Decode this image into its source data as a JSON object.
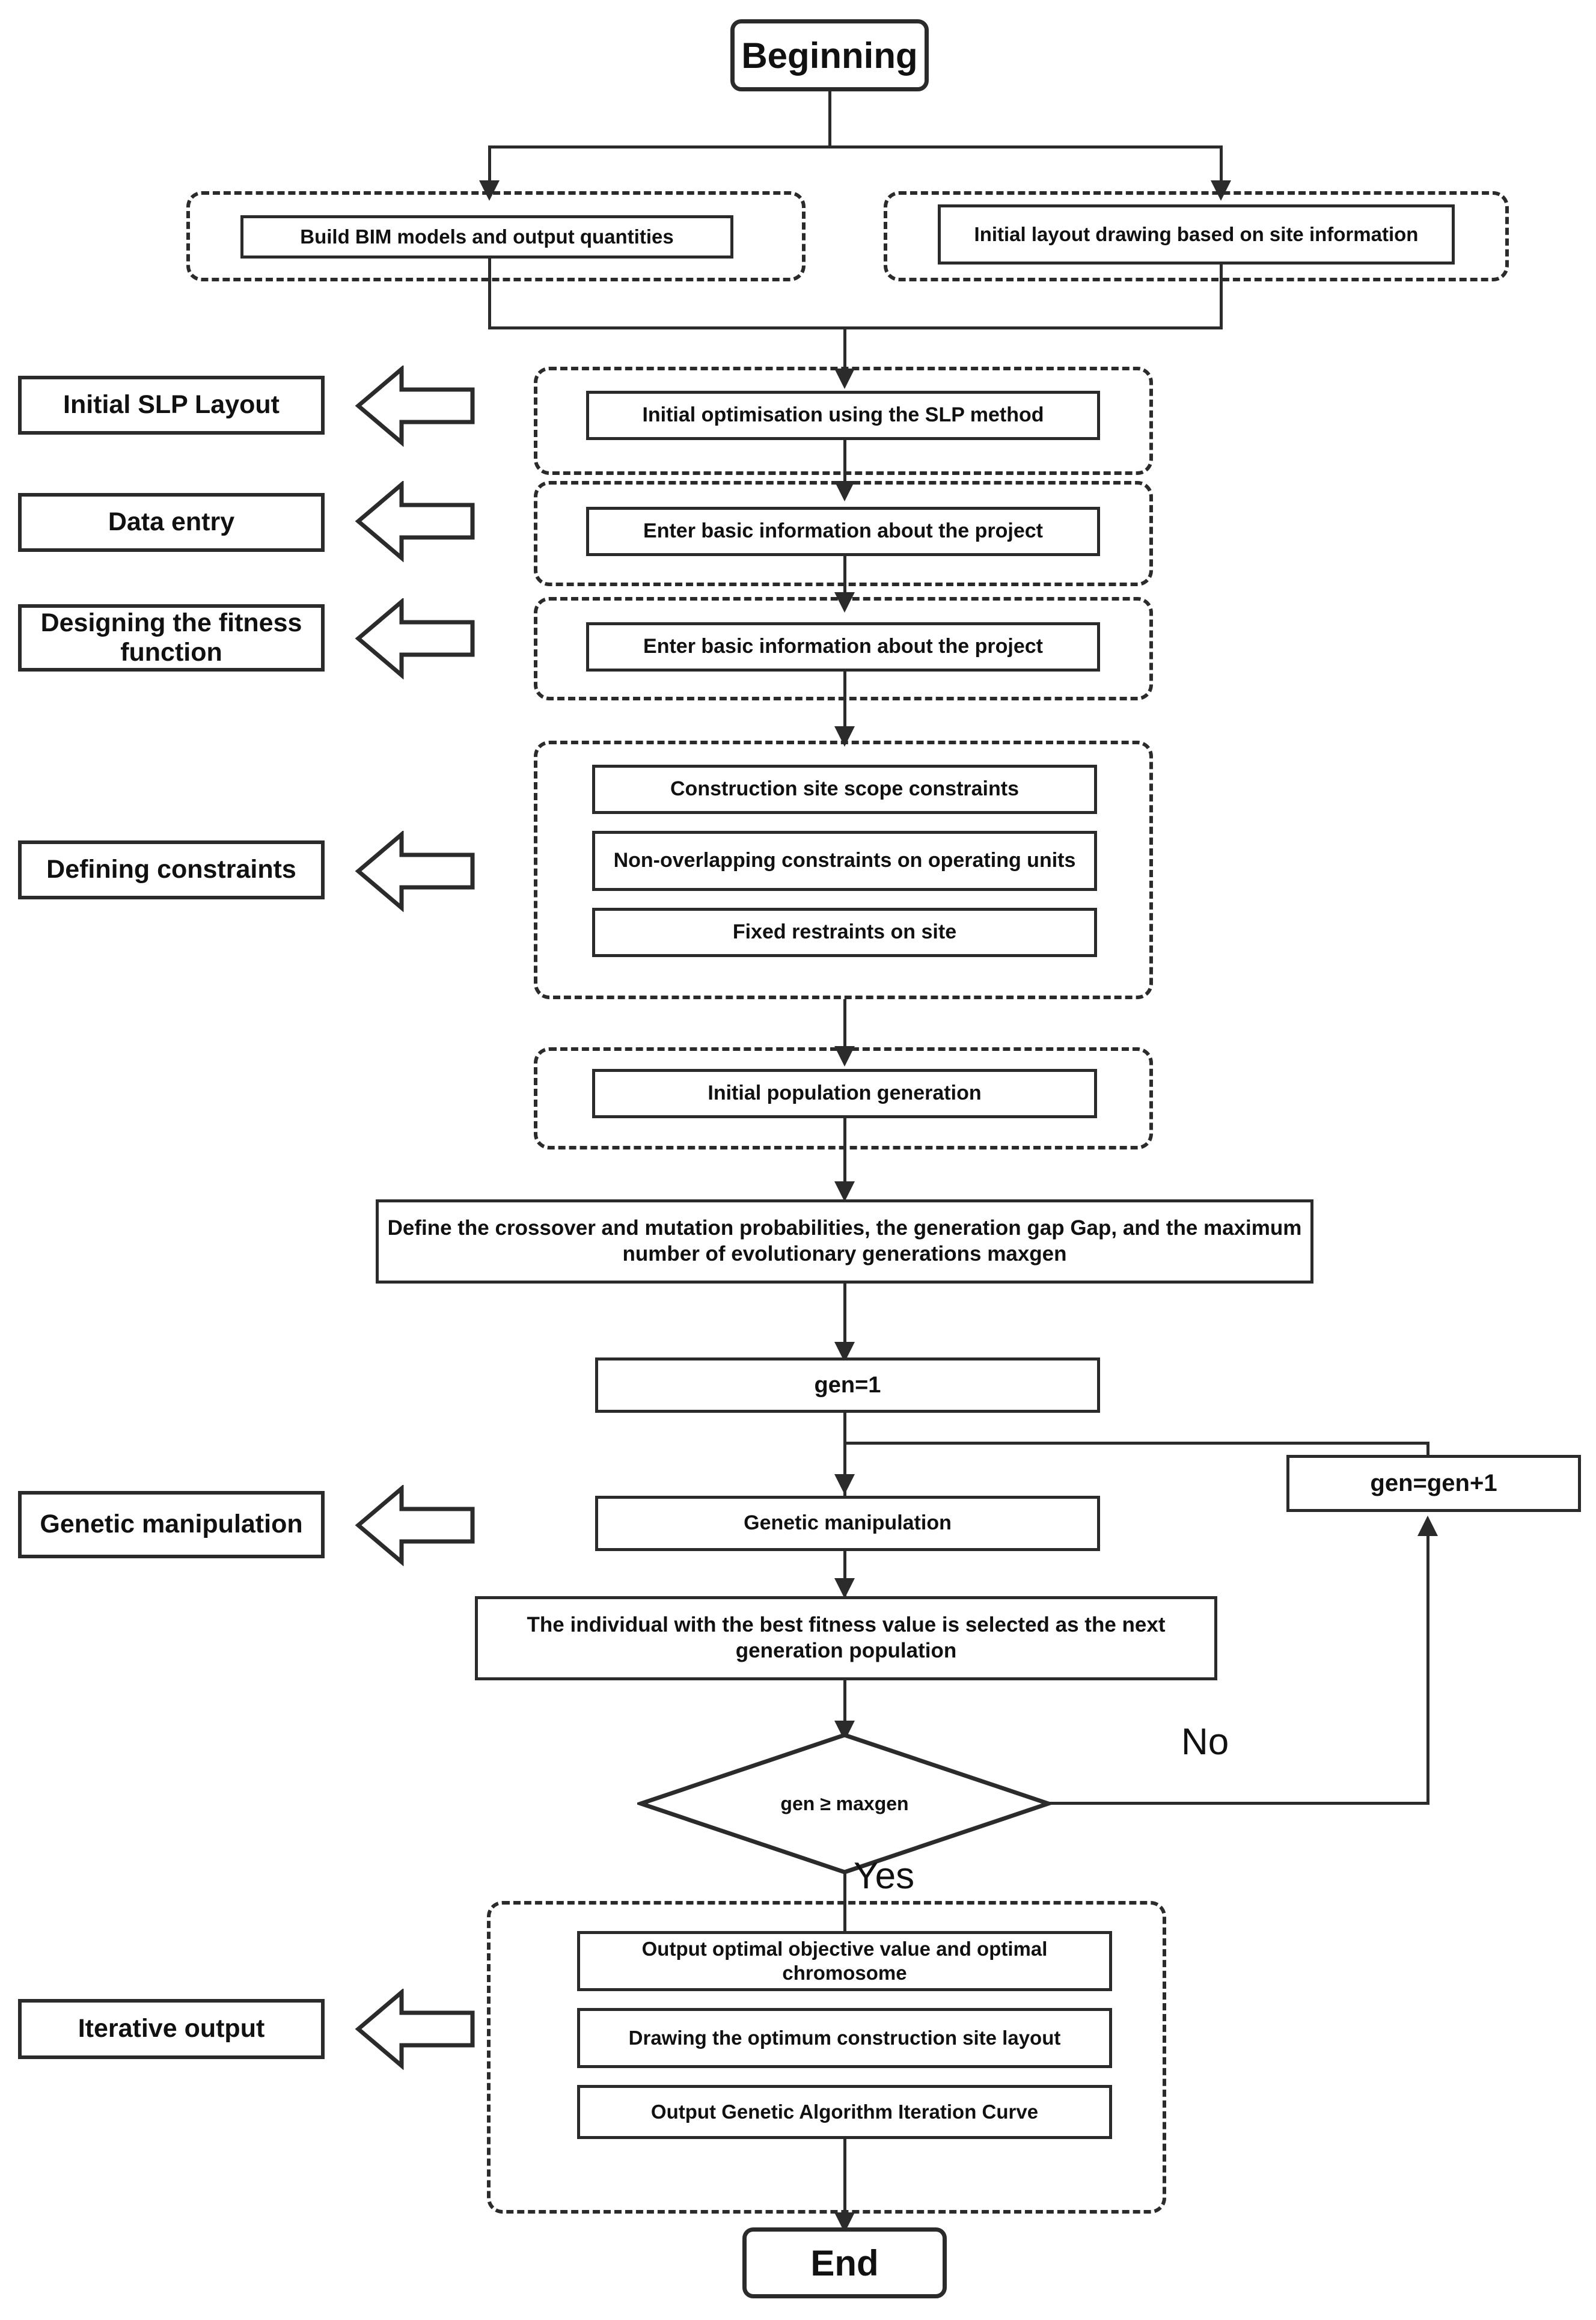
{
  "diagram": {
    "title": "BIM-SLP-GA construction site layout optimisation flowchart",
    "colors": {
      "stroke": "#2b2b2b",
      "background": "#ffffff",
      "text": "#111111"
    }
  },
  "terminators": {
    "start": "Beginning",
    "end": "End"
  },
  "inputs": {
    "left_box": "Build BIM models and output quantities",
    "right_box": "Initial layout drawing based on site information"
  },
  "stages": {
    "slp": {
      "label": "Initial SLP Layout",
      "box": "Initial optimisation using the SLP method"
    },
    "data_entry": {
      "label": "Data entry",
      "box": "Enter basic information about the project"
    },
    "fitness": {
      "label": "Designing the fitness function",
      "box": "Enter basic information about the project"
    },
    "constraints": {
      "label": "Defining constraints",
      "items": [
        "Construction site scope constraints",
        "Non-overlapping constraints on operating units",
        "Fixed restraints on site"
      ]
    },
    "population": {
      "box": "Initial population generation"
    },
    "genetic": {
      "label": "Genetic manipulation",
      "box": "Genetic manipulation"
    },
    "iterative_output": {
      "label": "Iterative output",
      "items": [
        "Output optimal objective value and optimal chromosome",
        "Drawing the optimum construction site layout",
        "Output Genetic Algorithm Iteration Curve"
      ]
    }
  },
  "parameters": {
    "define_box": "Define the crossover and mutation probabilities, the generation gap Gap, and the maximum number of evolutionary generations maxgen",
    "gen_init": "gen=1",
    "gen_increment": "gen=gen+1",
    "selection_box": "The individual with the best fitness value is selected as the next generation population"
  },
  "decision": {
    "condition": "gen ≥ maxgen",
    "branch_no": "No",
    "branch_yes": "Yes"
  }
}
